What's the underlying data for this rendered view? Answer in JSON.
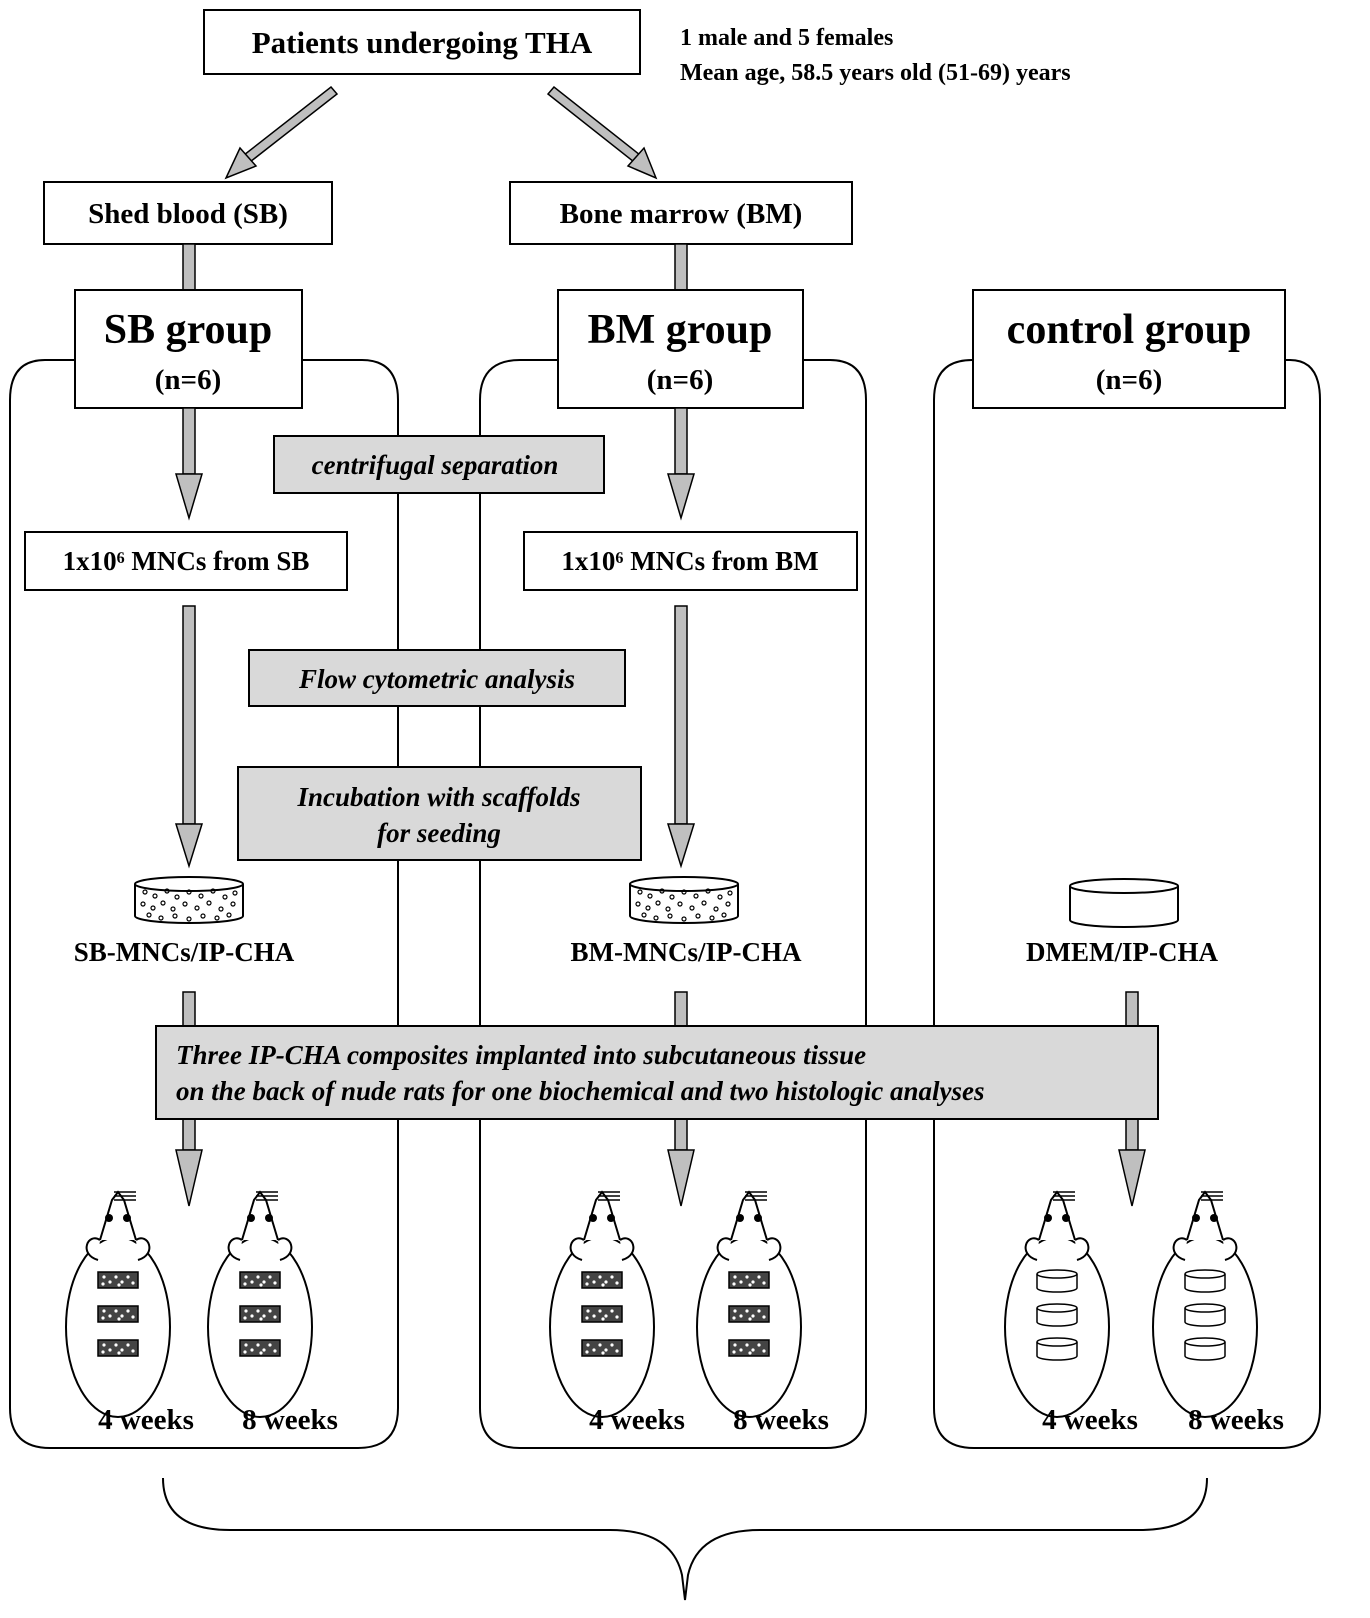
{
  "top": {
    "title": "Patients undergoing THA",
    "demographics_line1": "1 male and 5 females",
    "demographics_line2": "Mean age, 58.5 years old (51-69) years"
  },
  "sources": {
    "sb": "Shed blood (SB)",
    "bm": "Bone marrow (BM)"
  },
  "groups": {
    "sb": {
      "title": "SB group",
      "n": "(n=6)",
      "cells": "1x10⁶ MNCs from SB",
      "composite": "SB-MNCs/IP-CHA"
    },
    "bm": {
      "title": "BM group",
      "n": "(n=6)",
      "cells": "1x10⁶ MNCs from BM",
      "composite": "BM-MNCs/IP-CHA"
    },
    "control": {
      "title": "control group",
      "n": "(n=6)",
      "composite": "DMEM/IP-CHA"
    }
  },
  "steps": {
    "centrifugal": "centrifugal separation",
    "flow": "Flow cytometric analysis",
    "incubation_line1": "Incubation with scaffolds",
    "incubation_line2": "for seeding",
    "implant_line1": "Three IP-CHA composites implanted into subcutaneous tissue",
    "implant_line2": "on the back of nude rats for one biochemical and two histologic analyses"
  },
  "timepoints": {
    "week4": "4 weeks",
    "week8": "8 weeks"
  },
  "colors": {
    "shaded_box": "#d9d9d9",
    "arrow_fill": "#bfbfbf",
    "stroke": "#000000"
  }
}
